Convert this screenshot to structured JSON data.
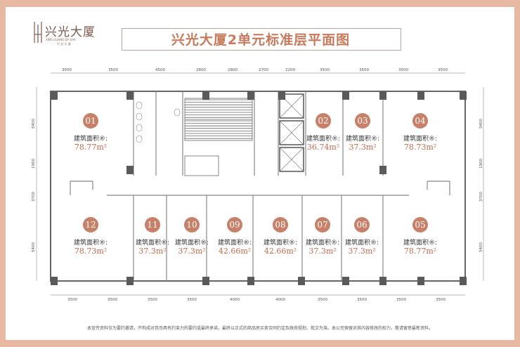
{
  "logo": {
    "name": "兴光大厦",
    "pinyin": "XING GUANG DA SHA",
    "subtitle": "兴 光 大 厦"
  },
  "title": "兴光大厦2单元标准层平面图",
  "dims_top": [
    "3500",
    "3500",
    "4500",
    "2800",
    "2800",
    "2700",
    "2200",
    "3500",
    "3500",
    "3500",
    "3500"
  ],
  "dims_bottom": [
    "3500",
    "3500",
    "3500",
    "3500",
    "4000",
    "4000",
    "3500",
    "3500",
    "3500",
    "3500"
  ],
  "dims_left": [
    "5400",
    "1900",
    "3700",
    "5400"
  ],
  "dims_right": [
    "5400",
    "1900",
    "3700",
    "5400"
  ],
  "area_label": "建筑面积",
  "area_unit": "m²",
  "units": [
    {
      "no": "01",
      "area": "78.77"
    },
    {
      "no": "02",
      "area": "36.74"
    },
    {
      "no": "03",
      "area": "37.3"
    },
    {
      "no": "04",
      "area": "78.73"
    },
    {
      "no": "12",
      "area": "78.73"
    },
    {
      "no": "11",
      "area": "37.3"
    },
    {
      "no": "10",
      "area": "37.3"
    },
    {
      "no": "09",
      "area": "42.66"
    },
    {
      "no": "08",
      "area": "42.66"
    },
    {
      "no": "07",
      "area": "37.3"
    },
    {
      "no": "06",
      "area": "37.3"
    },
    {
      "no": "05",
      "area": "78.77"
    }
  ],
  "disclaimer": "本宣传资料仅为要约邀请，不构成对我司具有约束力的要约或最终承诺，最终以正式的商品房买卖合同约定及政府规划、批文为准。本公司保留对其内容修改的权力，敬请留意最新资料。",
  "colors": {
    "accent": "#c88068",
    "wall": "#555555",
    "column": "#5a5a5a",
    "frame": "#e7b9a3"
  }
}
